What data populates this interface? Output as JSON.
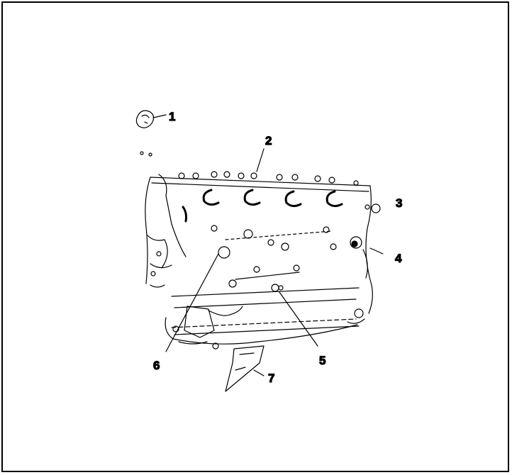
{
  "figure": {
    "colors": {
      "line": "#000000",
      "background": "#ffffff"
    },
    "callouts": [
      {
        "label": "1"
      },
      {
        "label": "2"
      },
      {
        "label": "3"
      },
      {
        "label": "4"
      },
      {
        "label": "5"
      },
      {
        "label": "6"
      },
      {
        "label": "7"
      }
    ]
  }
}
